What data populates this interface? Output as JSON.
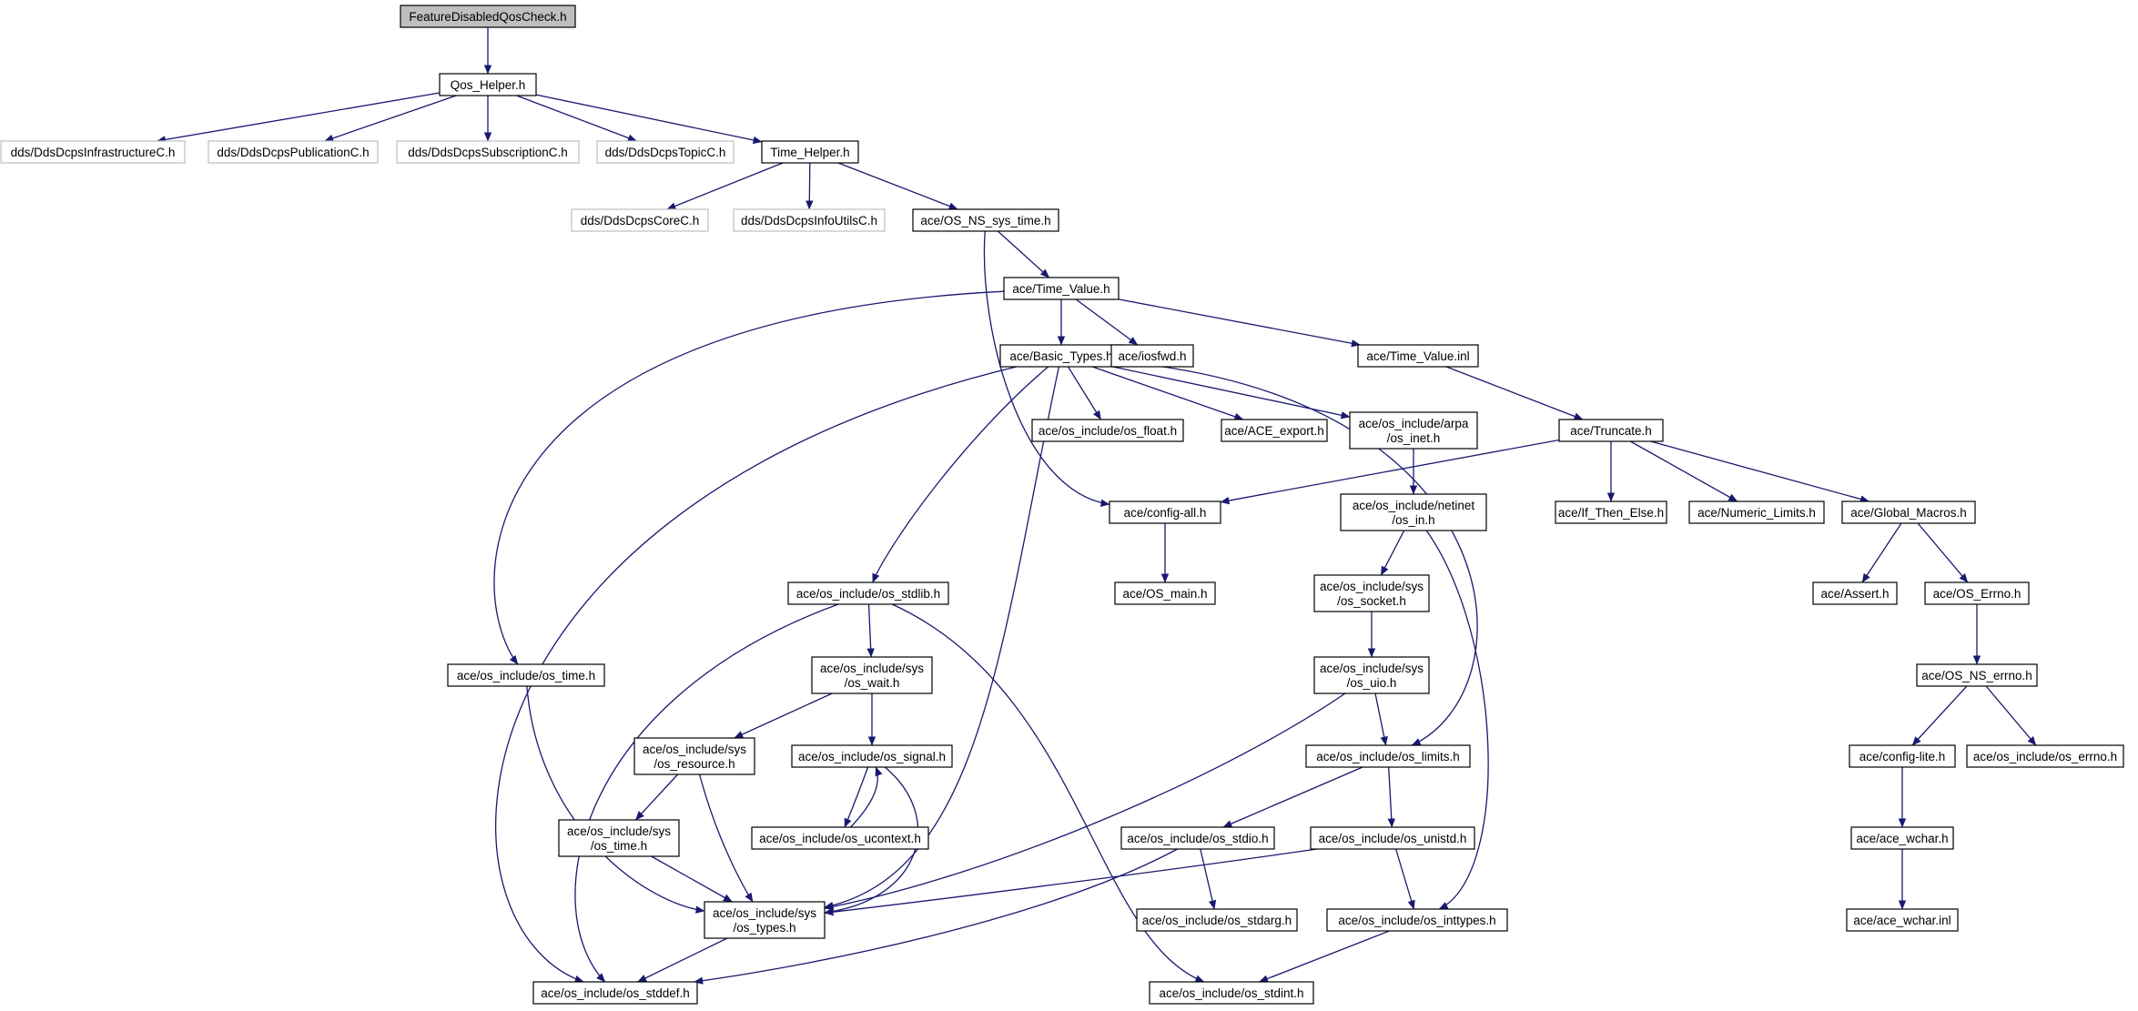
{
  "diagram": {
    "colors": {
      "edge": "#191970",
      "node_border": "#000000",
      "missing_border": "#bfbfbf",
      "root_fill": "#bfbfbf",
      "node_fill": "#ffffff",
      "text": "#000000"
    },
    "nodes": [
      {
        "id": "root",
        "lines": [
          "FeatureDisabledQosCheck.h"
        ],
        "style": "root"
      },
      {
        "id": "qos_helper",
        "lines": [
          "Qos_Helper.h"
        ],
        "style": "normal"
      },
      {
        "id": "dds_infra",
        "lines": [
          "dds/DdsDcpsInfrastructureC.h"
        ],
        "style": "missing"
      },
      {
        "id": "dds_pub",
        "lines": [
          "dds/DdsDcpsPublicationC.h"
        ],
        "style": "missing"
      },
      {
        "id": "dds_sub",
        "lines": [
          "dds/DdsDcpsSubscriptionC.h"
        ],
        "style": "missing"
      },
      {
        "id": "dds_topic",
        "lines": [
          "dds/DdsDcpsTopicC.h"
        ],
        "style": "missing"
      },
      {
        "id": "time_helper",
        "lines": [
          "Time_Helper.h"
        ],
        "style": "normal"
      },
      {
        "id": "dds_core",
        "lines": [
          "dds/DdsDcpsCoreC.h"
        ],
        "style": "missing"
      },
      {
        "id": "dds_infoutils",
        "lines": [
          "dds/DdsDcpsInfoUtilsC.h"
        ],
        "style": "missing"
      },
      {
        "id": "os_ns_sys_time",
        "lines": [
          "ace/OS_NS_sys_time.h"
        ],
        "style": "normal"
      },
      {
        "id": "time_value",
        "lines": [
          "ace/Time_Value.h"
        ],
        "style": "normal"
      },
      {
        "id": "basic_types",
        "lines": [
          "ace/Basic_Types.h"
        ],
        "style": "normal"
      },
      {
        "id": "iosfwd",
        "lines": [
          "ace/iosfwd.h"
        ],
        "style": "normal"
      },
      {
        "id": "time_value_inl",
        "lines": [
          "ace/Time_Value.inl"
        ],
        "style": "normal"
      },
      {
        "id": "os_float",
        "lines": [
          "ace/os_include/os_float.h"
        ],
        "style": "normal"
      },
      {
        "id": "ace_export",
        "lines": [
          "ace/ACE_export.h"
        ],
        "style": "normal"
      },
      {
        "id": "os_inet",
        "lines": [
          "ace/os_include/arpa",
          "/os_inet.h"
        ],
        "style": "normal"
      },
      {
        "id": "truncate",
        "lines": [
          "ace/Truncate.h"
        ],
        "style": "normal"
      },
      {
        "id": "config_all",
        "lines": [
          "ace/config-all.h"
        ],
        "style": "normal"
      },
      {
        "id": "os_in",
        "lines": [
          "ace/os_include/netinet",
          "/os_in.h"
        ],
        "style": "normal"
      },
      {
        "id": "if_then_else",
        "lines": [
          "ace/If_Then_Else.h"
        ],
        "style": "normal"
      },
      {
        "id": "numeric_limits",
        "lines": [
          "ace/Numeric_Limits.h"
        ],
        "style": "normal"
      },
      {
        "id": "global_macros",
        "lines": [
          "ace/Global_Macros.h"
        ],
        "style": "normal"
      },
      {
        "id": "os_main",
        "lines": [
          "ace/OS_main.h"
        ],
        "style": "normal"
      },
      {
        "id": "os_stdlib",
        "lines": [
          "ace/os_include/os_stdlib.h"
        ],
        "style": "normal"
      },
      {
        "id": "os_socket",
        "lines": [
          "ace/os_include/sys",
          "/os_socket.h"
        ],
        "style": "normal"
      },
      {
        "id": "assert",
        "lines": [
          "ace/Assert.h"
        ],
        "style": "normal"
      },
      {
        "id": "os_errno_ace",
        "lines": [
          "ace/OS_Errno.h"
        ],
        "style": "normal"
      },
      {
        "id": "os_time",
        "lines": [
          "ace/os_include/os_time.h"
        ],
        "style": "normal"
      },
      {
        "id": "os_wait",
        "lines": [
          "ace/os_include/sys",
          "/os_wait.h"
        ],
        "style": "normal"
      },
      {
        "id": "os_uio",
        "lines": [
          "ace/os_include/sys",
          "/os_uio.h"
        ],
        "style": "normal"
      },
      {
        "id": "os_ns_errno",
        "lines": [
          "ace/OS_NS_errno.h"
        ],
        "style": "normal"
      },
      {
        "id": "os_resource",
        "lines": [
          "ace/os_include/sys",
          "/os_resource.h"
        ],
        "style": "normal"
      },
      {
        "id": "os_signal",
        "lines": [
          "ace/os_include/os_signal.h"
        ],
        "style": "normal"
      },
      {
        "id": "os_limits",
        "lines": [
          "ace/os_include/os_limits.h"
        ],
        "style": "normal"
      },
      {
        "id": "config_lite",
        "lines": [
          "ace/config-lite.h"
        ],
        "style": "normal"
      },
      {
        "id": "os_errno_inc",
        "lines": [
          "ace/os_include/os_errno.h"
        ],
        "style": "normal"
      },
      {
        "id": "sys_os_time",
        "lines": [
          "ace/os_include/sys",
          "/os_time.h"
        ],
        "style": "normal"
      },
      {
        "id": "os_ucontext",
        "lines": [
          "ace/os_include/os_ucontext.h"
        ],
        "style": "normal"
      },
      {
        "id": "os_stdio",
        "lines": [
          "ace/os_include/os_stdio.h"
        ],
        "style": "normal"
      },
      {
        "id": "os_unistd",
        "lines": [
          "ace/os_include/os_unistd.h"
        ],
        "style": "normal"
      },
      {
        "id": "ace_wchar",
        "lines": [
          "ace/ace_wchar.h"
        ],
        "style": "normal"
      },
      {
        "id": "os_types",
        "lines": [
          "ace/os_include/sys",
          "/os_types.h"
        ],
        "style": "normal"
      },
      {
        "id": "os_stdarg",
        "lines": [
          "ace/os_include/os_stdarg.h"
        ],
        "style": "normal"
      },
      {
        "id": "os_inttypes",
        "lines": [
          "ace/os_include/os_inttypes.h"
        ],
        "style": "normal"
      },
      {
        "id": "ace_wchar_inl",
        "lines": [
          "ace/ace_wchar.inl"
        ],
        "style": "normal"
      },
      {
        "id": "os_stddef",
        "lines": [
          "ace/os_include/os_stddef.h"
        ],
        "style": "normal"
      },
      {
        "id": "os_stdint",
        "lines": [
          "ace/os_include/os_stdint.h"
        ],
        "style": "normal"
      }
    ],
    "edges": [
      [
        "root",
        "qos_helper"
      ],
      [
        "qos_helper",
        "dds_infra"
      ],
      [
        "qos_helper",
        "dds_pub"
      ],
      [
        "qos_helper",
        "dds_sub"
      ],
      [
        "qos_helper",
        "dds_topic"
      ],
      [
        "qos_helper",
        "time_helper"
      ],
      [
        "time_helper",
        "dds_core"
      ],
      [
        "time_helper",
        "dds_infoutils"
      ],
      [
        "time_helper",
        "os_ns_sys_time"
      ],
      [
        "os_ns_sys_time",
        "time_value"
      ],
      [
        "os_ns_sys_time",
        "config_all"
      ],
      [
        "time_value",
        "basic_types"
      ],
      [
        "time_value",
        "iosfwd"
      ],
      [
        "time_value",
        "time_value_inl"
      ],
      [
        "time_value",
        "os_time"
      ],
      [
        "basic_types",
        "os_float"
      ],
      [
        "basic_types",
        "ace_export"
      ],
      [
        "basic_types",
        "os_inet"
      ],
      [
        "basic_types",
        "os_stdlib"
      ],
      [
        "basic_types",
        "os_limits"
      ],
      [
        "basic_types",
        "os_types"
      ],
      [
        "basic_types",
        "os_stddef"
      ],
      [
        "time_value_inl",
        "truncate"
      ],
      [
        "os_inet",
        "os_in"
      ],
      [
        "truncate",
        "config_all"
      ],
      [
        "truncate",
        "if_then_else"
      ],
      [
        "truncate",
        "numeric_limits"
      ],
      [
        "truncate",
        "global_macros"
      ],
      [
        "config_all",
        "os_main"
      ],
      [
        "os_in",
        "os_socket"
      ],
      [
        "os_in",
        "os_inttypes"
      ],
      [
        "global_macros",
        "assert"
      ],
      [
        "global_macros",
        "os_errno_ace"
      ],
      [
        "os_stdlib",
        "os_wait"
      ],
      [
        "os_stdlib",
        "os_stddef"
      ],
      [
        "os_stdlib",
        "os_stdint"
      ],
      [
        "os_socket",
        "os_uio"
      ],
      [
        "os_errno_ace",
        "os_ns_errno"
      ],
      [
        "os_time",
        "os_types"
      ],
      [
        "os_wait",
        "os_resource"
      ],
      [
        "os_wait",
        "os_signal"
      ],
      [
        "os_uio",
        "os_limits"
      ],
      [
        "os_uio",
        "os_types"
      ],
      [
        "os_ns_errno",
        "config_lite"
      ],
      [
        "os_ns_errno",
        "os_errno_inc"
      ],
      [
        "os_resource",
        "sys_os_time"
      ],
      [
        "os_resource",
        "os_types"
      ],
      [
        "os_signal",
        "os_ucontext"
      ],
      [
        "os_ucontext",
        "os_signal"
      ],
      [
        "os_signal",
        "os_types"
      ],
      [
        "os_limits",
        "os_stdio"
      ],
      [
        "os_limits",
        "os_unistd"
      ],
      [
        "config_lite",
        "ace_wchar"
      ],
      [
        "sys_os_time",
        "os_types"
      ],
      [
        "os_stdio",
        "os_stdarg"
      ],
      [
        "os_stdio",
        "os_stddef"
      ],
      [
        "os_unistd",
        "os_types"
      ],
      [
        "os_unistd",
        "os_inttypes"
      ],
      [
        "ace_wchar",
        "ace_wchar_inl"
      ],
      [
        "os_types",
        "os_stddef"
      ],
      [
        "os_inttypes",
        "os_stdint"
      ]
    ]
  }
}
